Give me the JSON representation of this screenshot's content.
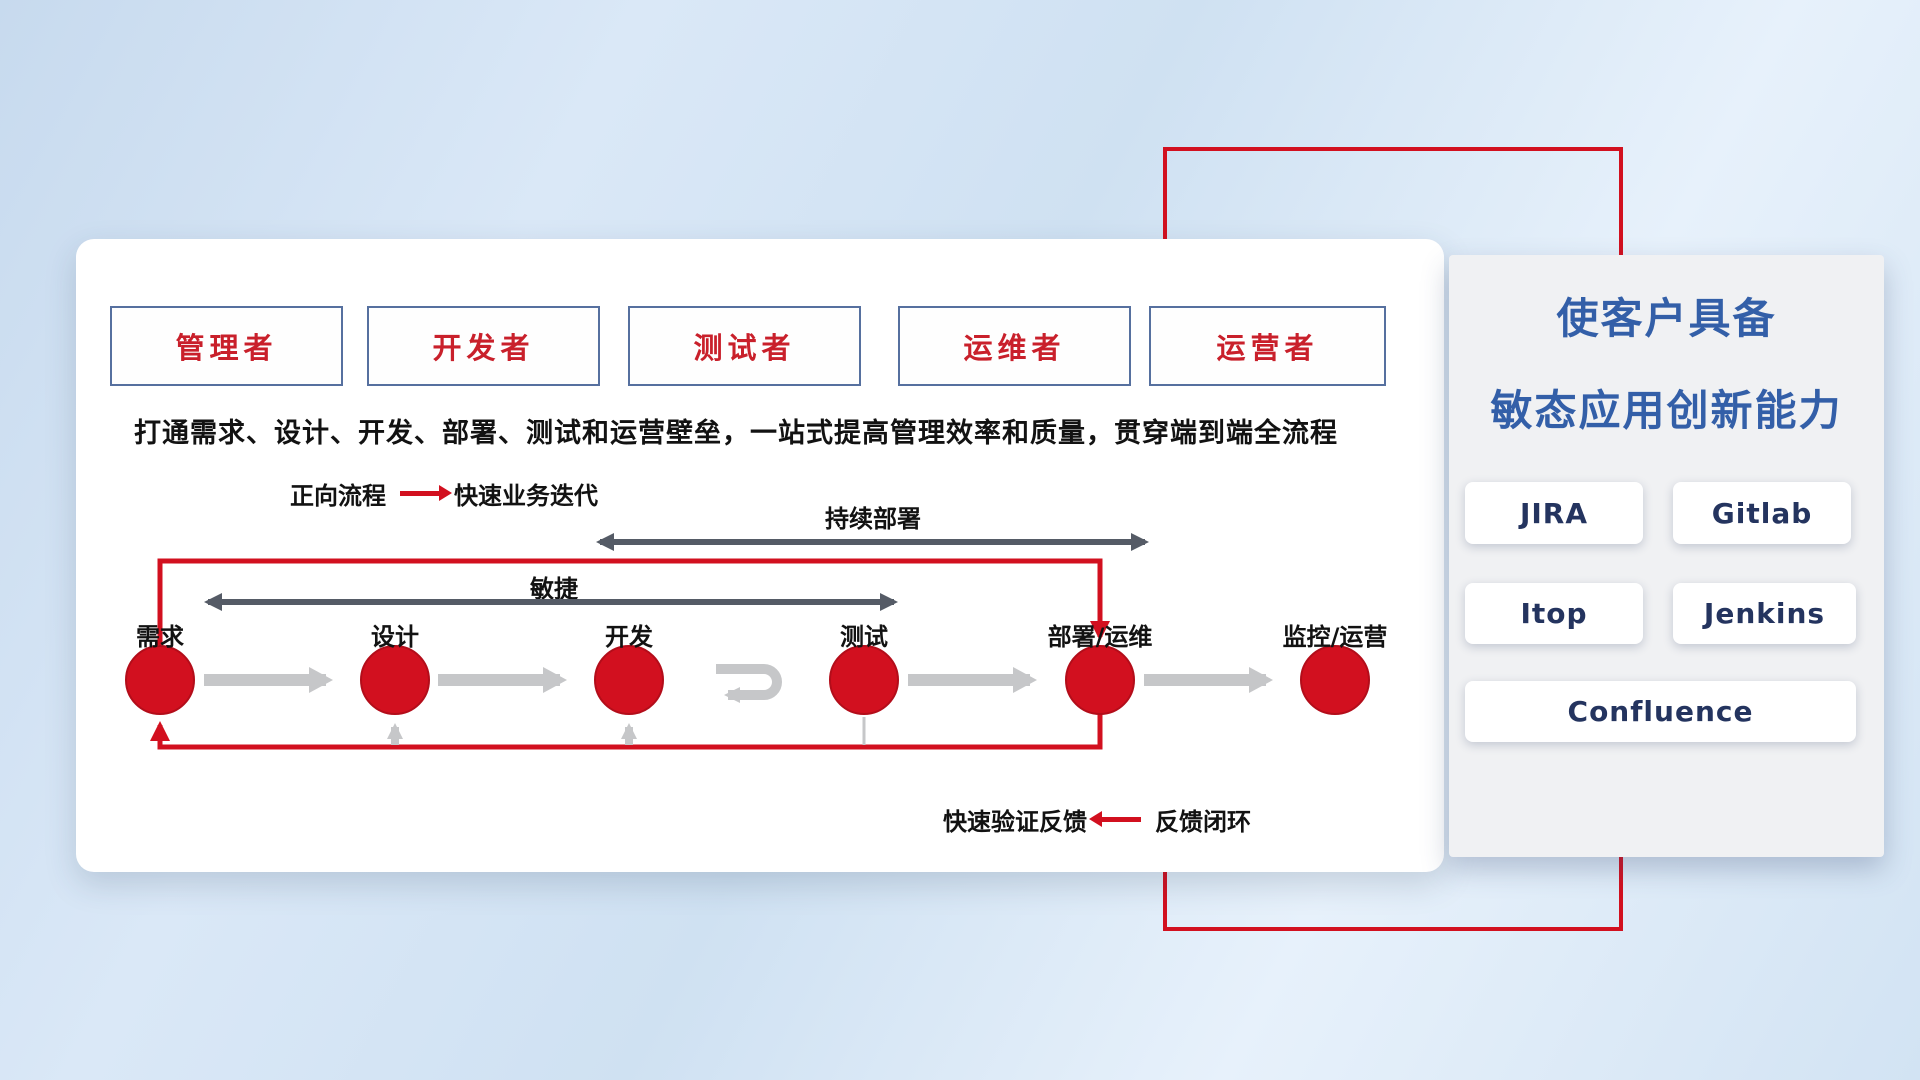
{
  "colors": {
    "accent_red": "#d2101f",
    "title_blue": "#335fa8",
    "role_text_red": "#c9202b",
    "dark_arrow": "#555b66",
    "gray_arrow": "#c6c7c9"
  },
  "main": {
    "roles": [
      "管理者",
      "开发者",
      "测试者",
      "运维者",
      "运营者"
    ],
    "description": "打通需求、设计、开发、部署、测试和运营壁垒，一站式提高管理效率和质量，贯穿端到端全流程",
    "legend_forward": {
      "label": "正向流程",
      "value": "快速业务迭代"
    },
    "arrows": {
      "continuous_deploy": "持续部署",
      "agile": "敏捷"
    },
    "nodes": [
      "需求",
      "设计",
      "开发",
      "测试",
      "部署/运维",
      "监控/运营"
    ],
    "legend_feedback": {
      "label": "快速验证反馈",
      "value": "反馈闭环"
    }
  },
  "side_panel": {
    "title_line1": "使客户具备",
    "title_line2": "敏态应用创新能力",
    "tools": [
      "JIRA",
      "Gitlab",
      "Itop",
      "Jenkins",
      "Confluence"
    ]
  }
}
